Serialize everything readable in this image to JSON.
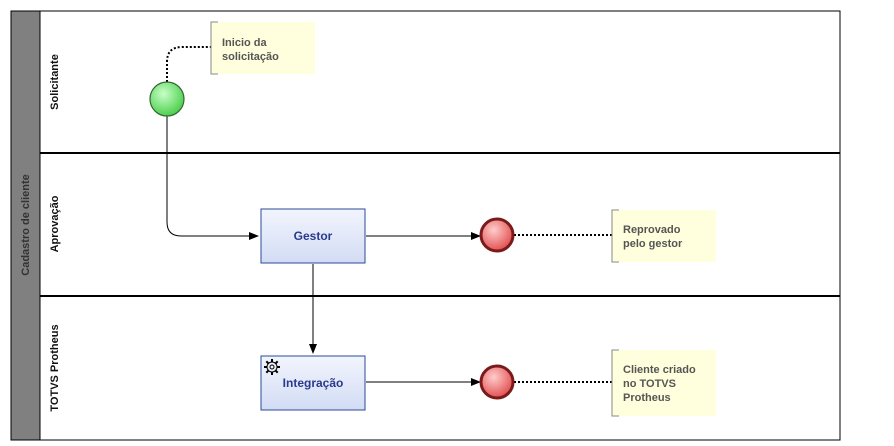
{
  "pool": {
    "title": "Cadastro de cliente"
  },
  "lanes": [
    {
      "title": "Solicitante"
    },
    {
      "title": "Aprovação"
    },
    {
      "title": "TOTVS Protheus"
    }
  ],
  "tasks": {
    "gestor": {
      "label": "Gestor"
    },
    "integracao": {
      "label": "Integração",
      "icon": "gear-icon"
    }
  },
  "annotations": {
    "start": [
      "Inicio da",
      "solicitação"
    ],
    "reject": [
      "Reprovado",
      "pelo gestor"
    ],
    "created": [
      "Cliente criado",
      "no TOTVS",
      "Protheus"
    ]
  },
  "colors": {
    "pool_header": "#808080",
    "start_event": "#66dd66",
    "end_event": "#ee6666",
    "task_fill": "#dde6f8",
    "task_border": "#2b4a9a",
    "note_fill": "#ffffdd"
  }
}
